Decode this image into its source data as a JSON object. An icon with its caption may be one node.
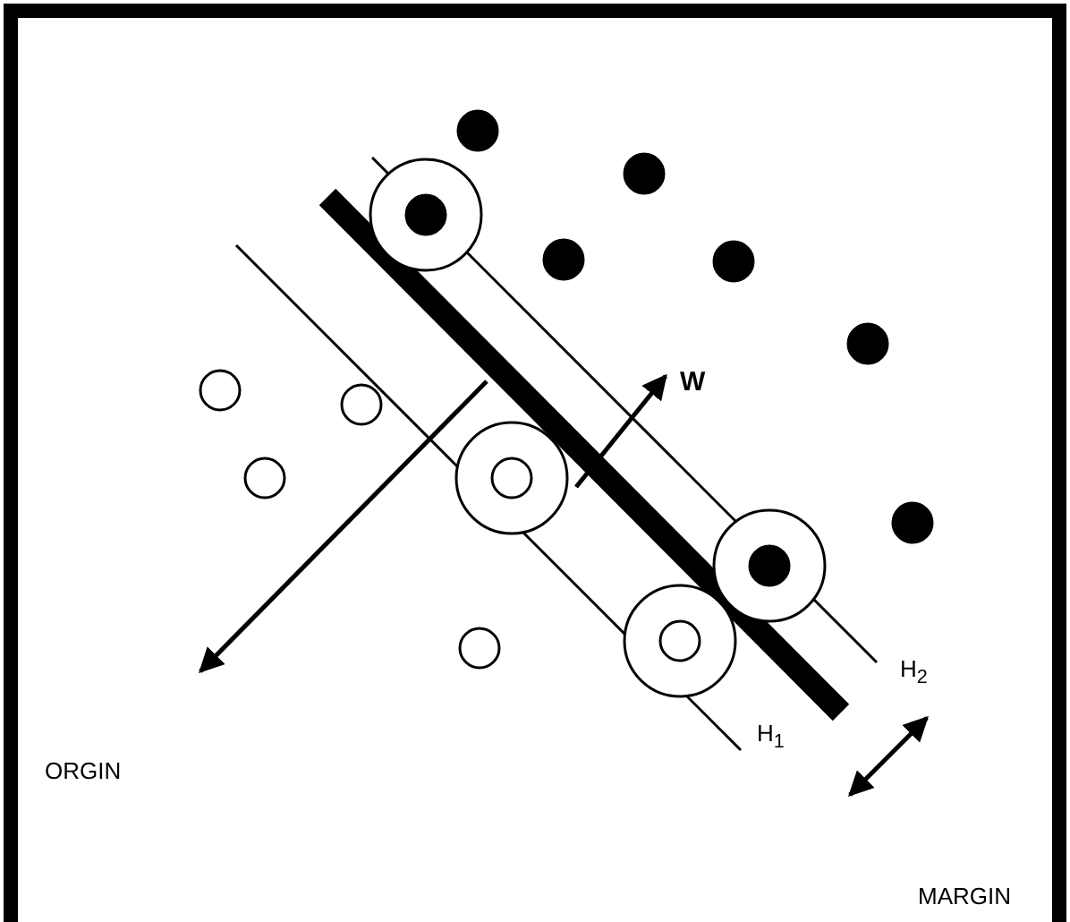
{
  "diagram": {
    "labels": [
      "W",
      "H$_{2}$",
      "ORGIN",
      "H$_{1}$",
      "MARGIN"
    ]
  }
}
